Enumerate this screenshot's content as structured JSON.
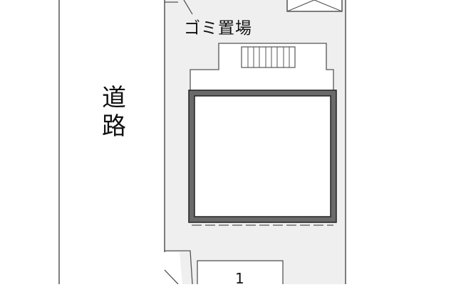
{
  "map": {
    "road_label": "道路",
    "road_label_chars": [
      "道",
      "路"
    ],
    "garbage_area_label": "ゴミ置場",
    "parking_space_number": "1",
    "colors": {
      "lot_fill": "#efefef",
      "road_fill": "#ffffff",
      "outline": "#555555",
      "building_wall": "#6a6a6a",
      "building_fill": "#ffffff",
      "text": "#111111"
    }
  }
}
